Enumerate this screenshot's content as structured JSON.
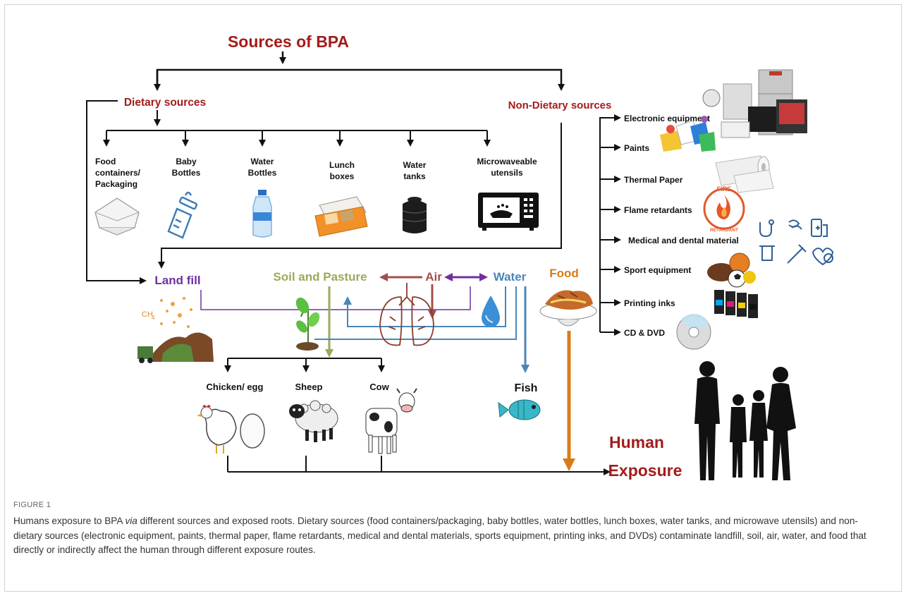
{
  "diagram": {
    "title": "Sources of BPA",
    "dietary_label": "Dietary sources",
    "non_dietary_label": "Non-Dietary sources",
    "dietary_items": [
      {
        "label_lines": [
          "Food",
          "containers/",
          "Packaging"
        ],
        "icon": "foam-container-icon"
      },
      {
        "label_lines": [
          "Baby",
          "Bottles"
        ],
        "icon": "baby-bottle-icon"
      },
      {
        "label_lines": [
          "Water",
          "Bottles"
        ],
        "icon": "water-bottle-icon"
      },
      {
        "label_lines": [
          "Lunch",
          "boxes"
        ],
        "icon": "lunch-box-icon"
      },
      {
        "label_lines": [
          "Water",
          "tanks"
        ],
        "icon": "water-tank-icon"
      },
      {
        "label_lines": [
          "Microwaveable",
          "utensils"
        ],
        "icon": "microwave-icon"
      }
    ],
    "non_dietary_items": [
      {
        "label": "Electronic equipment",
        "icon": "electronics-icon"
      },
      {
        "label": "Paints",
        "icon": "paint-buckets-icon"
      },
      {
        "label": "Thermal Paper",
        "icon": "paper-rolls-icon"
      },
      {
        "label": "Flame retardants",
        "icon": "fire-retardant-icon"
      },
      {
        "label": "Medical and dental material",
        "icon": "medical-icons"
      },
      {
        "label": "Sport equipment",
        "icon": "sport-balls-icon"
      },
      {
        "label": "Printing inks",
        "icon": "ink-cartridges-icon"
      },
      {
        "label": "CD & DVD",
        "icon": "cd-disc-icon"
      }
    ],
    "environment": {
      "landfill": "Land fill",
      "soil": "Soil and Pasture",
      "air": "Air",
      "water": "Water",
      "food": "Food"
    },
    "animals": [
      "Chicken/ egg",
      "Sheep",
      "Cow"
    ],
    "fish": "Fish",
    "human_exposure_lines": [
      "Human",
      "Exposure"
    ],
    "landfill_gas": "CH",
    "landfill_gas_sub": "4",
    "flame_badge_top": "FIRE",
    "flame_badge_bottom": "RETARDANT",
    "colors": {
      "title_red": "#a31c1c",
      "landfill_purple": "#7030a0",
      "soil_green": "#9aaa5a",
      "air_brown": "#a0504a",
      "water_blue": "#4a86b8",
      "food_orange": "#d97a1a"
    }
  },
  "caption": {
    "label": "FIGURE 1",
    "text_before": "Humans exposure to BPA ",
    "text_italic": "via",
    "text_after": " different sources and exposed roots. Dietary sources (food containers/packaging, baby bottles, water bottles, lunch boxes, water tanks, and microwave utensils) and non-dietary sources (electronic equipment, paints, thermal paper, flame retardants, medical and dental materials, sports equipment, printing inks, and DVDs) contaminate landfill, soil, air, water, and food that directly or indirectly affect the human through different exposure routes."
  }
}
